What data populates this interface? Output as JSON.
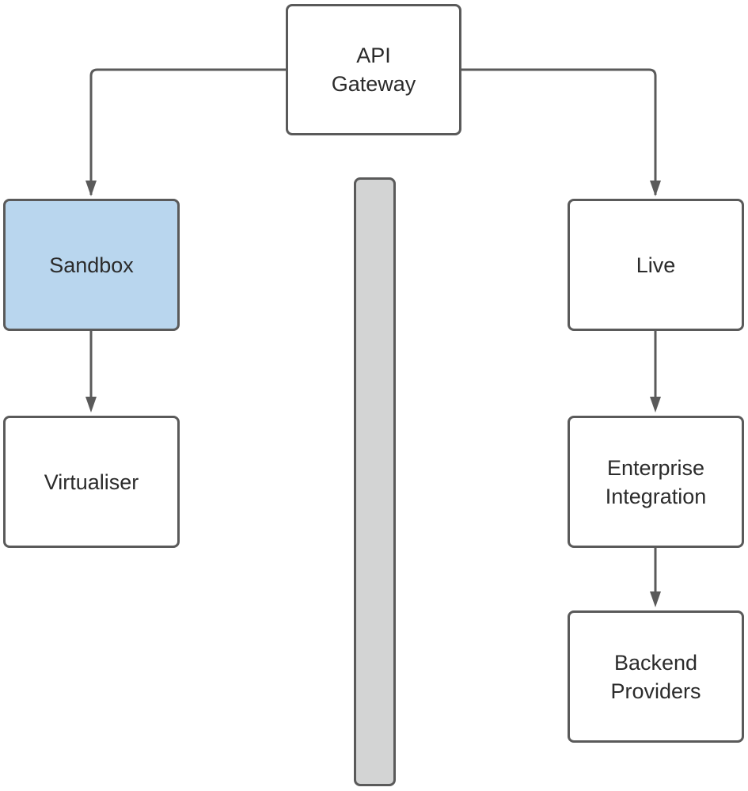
{
  "nodes": {
    "api_gateway": {
      "label": "API\nGateway"
    },
    "sandbox": {
      "label": "Sandbox"
    },
    "virtualiser": {
      "label": "Virtualiser"
    },
    "live": {
      "label": "Live"
    },
    "enterprise_integration": {
      "label": "Enterprise\nIntegration"
    },
    "backend_providers": {
      "label": "Backend\nProviders"
    }
  },
  "colors": {
    "highlight_fill": "#b9d6ee",
    "divider_fill": "#d3d4d4",
    "stroke": "#5a5a5a",
    "text": "#2b2b2b"
  }
}
